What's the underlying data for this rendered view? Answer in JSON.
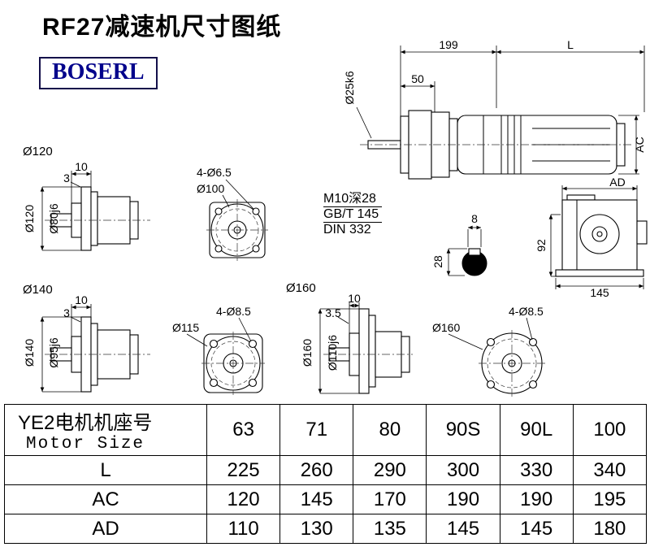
{
  "page": {
    "title": "RF27减速机尺寸图纸",
    "brand": "BOSERL"
  },
  "main_view": {
    "dim_199": "199",
    "dim_l": "L",
    "dim_50": "50",
    "dim_shaft_dia": "Ø25k6",
    "dim_ac": "AC",
    "note_thread": "M10深28",
    "note_gb": "GB/T 145",
    "note_din": "DIN 332"
  },
  "shaft_end_view": {
    "dim_key_width": "8",
    "dim_28": "28"
  },
  "side_view": {
    "dim_ad": "AD",
    "dim_92": "92",
    "dim_145": "145"
  },
  "view_120": {
    "title": "Ø120",
    "dim_10": "10",
    "dim_3": "3",
    "dim_outer": "Ø120",
    "dim_spigot": "Ø80j6"
  },
  "flange_100": {
    "holes": "4-Ø6.5",
    "dia": "Ø100"
  },
  "view_140": {
    "title": "Ø140",
    "dim_10": "10",
    "dim_3": "3",
    "dim_outer": "Ø140",
    "dim_spigot": "Ø95j6"
  },
  "flange_115": {
    "dia": "Ø115",
    "holes": "4-Ø8.5"
  },
  "view_160": {
    "title": "Ø160",
    "dim_10": "10",
    "dim_3_5": "3.5",
    "dim_outer": "Ø160",
    "dim_spigot": "Ø110j6"
  },
  "flange_160": {
    "dia": "Ø160",
    "holes": "4-Ø8.5"
  },
  "table": {
    "header_cn": "YE2电机机座号",
    "header_en": "Motor Size",
    "sizes": [
      "63",
      "71",
      "80",
      "90S",
      "90L",
      "100"
    ],
    "rows": [
      {
        "label": "L",
        "values": [
          "225",
          "260",
          "290",
          "300",
          "330",
          "340"
        ]
      },
      {
        "label": "AC",
        "values": [
          "120",
          "145",
          "170",
          "190",
          "190",
          "195"
        ]
      },
      {
        "label": "AD",
        "values": [
          "110",
          "130",
          "135",
          "145",
          "145",
          "180"
        ]
      }
    ]
  }
}
